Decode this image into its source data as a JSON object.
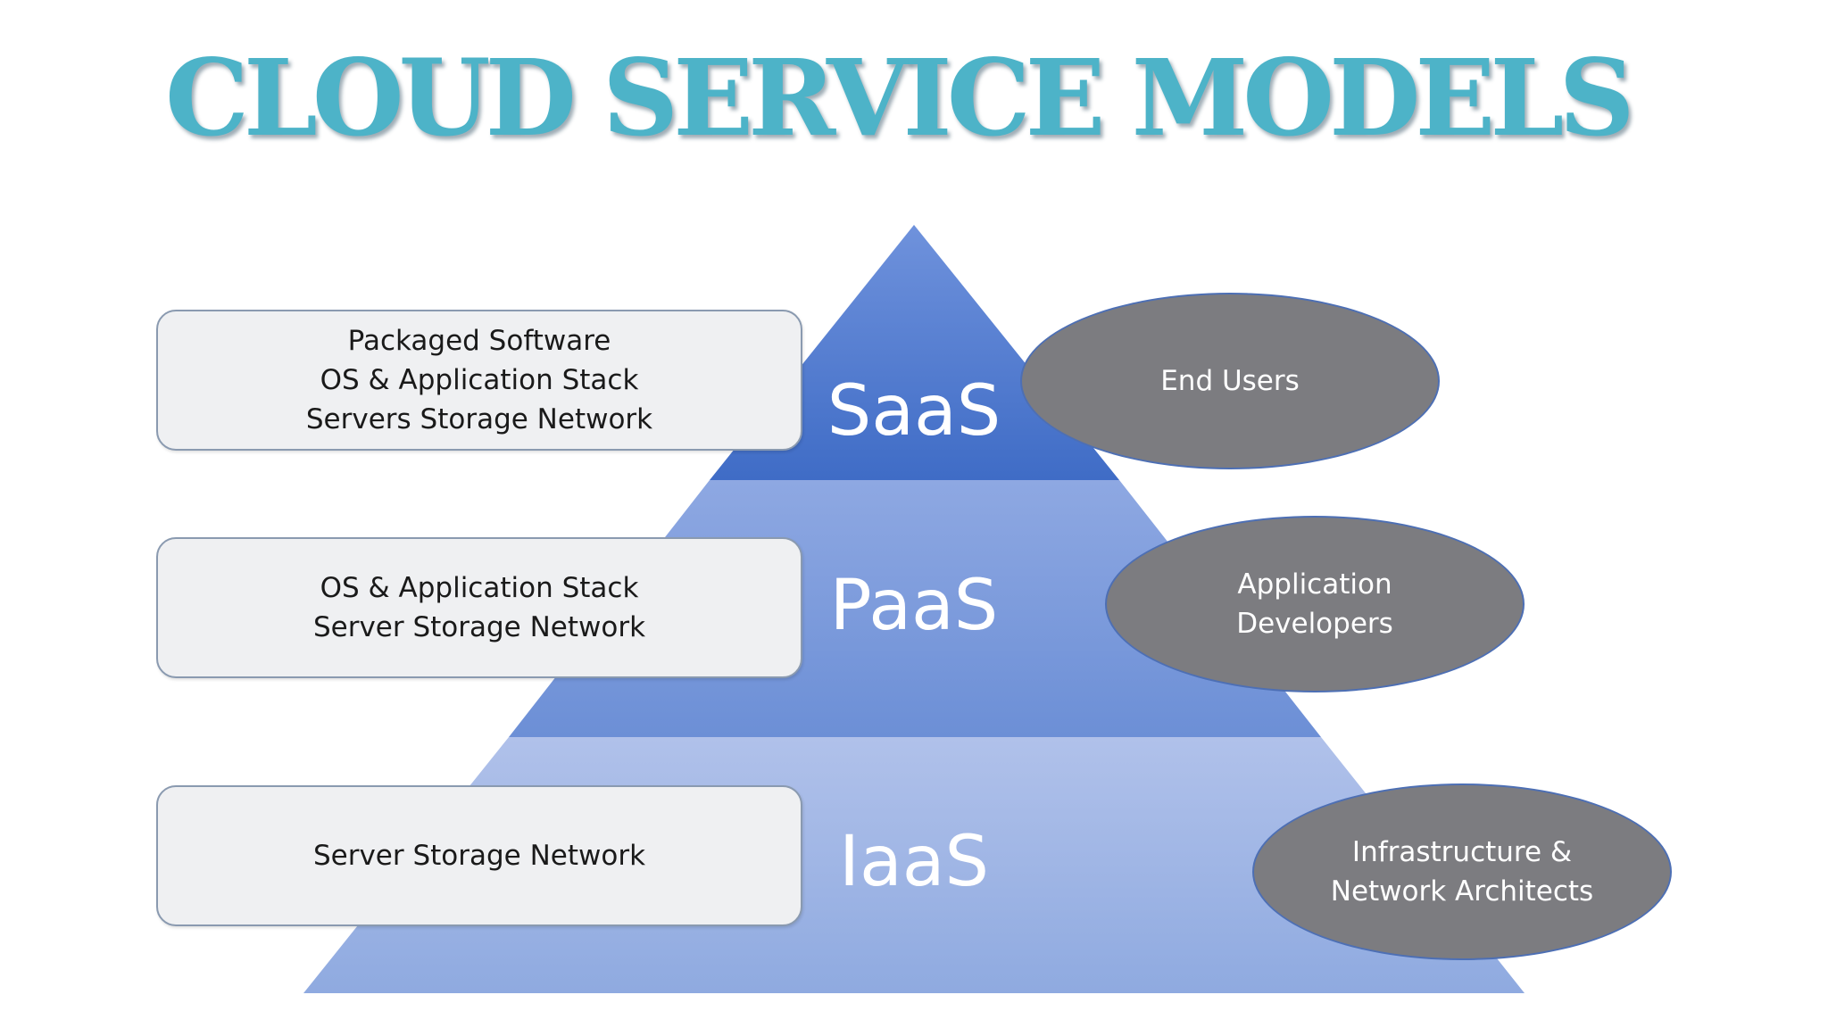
{
  "title": "CLOUD SERVICE MODELS",
  "colors": {
    "title": "#4db3c8",
    "saas_tier": "#4a77cc",
    "paas_tier": "#7494d8",
    "iaas_tier": "#9ab0e2",
    "oval_fill": "#7c7c80"
  },
  "layers": [
    {
      "label": "SaaS",
      "description": [
        "Packaged Software",
        "OS & Application Stack",
        "Servers Storage Network"
      ],
      "users": [
        "End Users"
      ]
    },
    {
      "label": "PaaS",
      "description": [
        "OS & Application Stack",
        "Server Storage Network"
      ],
      "users": [
        "Application",
        "Developers"
      ]
    },
    {
      "label": "IaaS",
      "description": [
        "Server Storage Network"
      ],
      "users": [
        "Infrastructure &",
        "Network Architects"
      ]
    }
  ]
}
